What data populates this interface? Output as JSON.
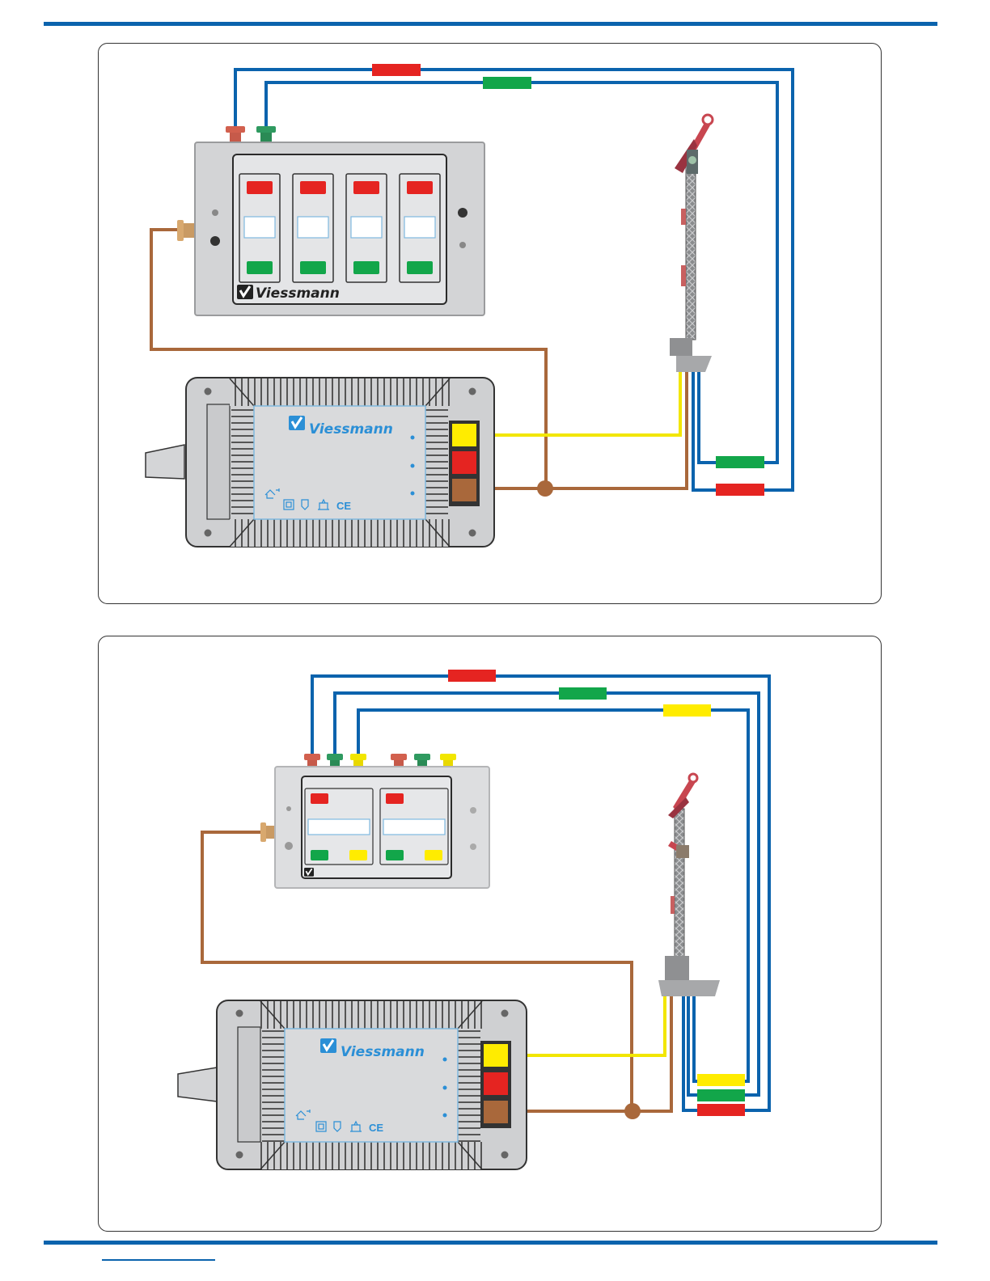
{
  "brand": {
    "name": "Viessmann"
  },
  "colors": {
    "wire_blue": "#0b63ad",
    "wire_brown": "#a9683b",
    "wire_yellow": "#f2e600",
    "tag_red": "#e52421",
    "tag_green": "#12a64a",
    "tag_yellow": "#ffec00",
    "device_grey": "#cfd0d2",
    "panel_border": "#333333"
  },
  "icons": [
    "viessmann-logo-icon",
    "house-icon",
    "safety-transformer-icon",
    "fuse-icon",
    "transformer-icon",
    "ce-mark-icon",
    "semaphore-signal-icon"
  ],
  "diagrams": [
    {
      "id": "two-aspect",
      "control_panel": {
        "type": "push-button panel",
        "button_columns": 4,
        "outputs": [
          "red",
          "green"
        ]
      },
      "signal": {
        "type": "semaphore signal",
        "arms": 1
      },
      "wires": [
        "red",
        "green",
        "yellow",
        "brown"
      ]
    },
    {
      "id": "three-aspect",
      "control_panel": {
        "type": "push-button panel",
        "button_columns": 2,
        "outputs": [
          "red",
          "green",
          "yellow"
        ]
      },
      "signal": {
        "type": "semaphore signal",
        "arms": 2
      },
      "wires": [
        "red",
        "green",
        "yellow",
        "brown"
      ]
    }
  ],
  "transformer": {
    "terminals": [
      "yellow",
      "red",
      "brown"
    ]
  }
}
